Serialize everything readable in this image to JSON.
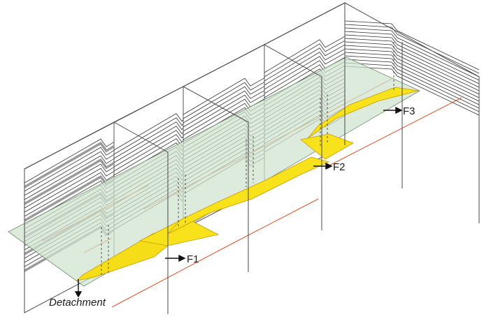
{
  "labels": {
    "f1": "F1",
    "f2": "F2",
    "f3": "F3",
    "detachment": "Detachment"
  },
  "colors": {
    "frame": "#4a4a4a",
    "strata": "#333333",
    "strata_fill": "#bdbdbd",
    "detachment_plane": "#cfe3cf",
    "fault_plane": "#f7e21b",
    "fault_edge": "#e0a800",
    "section_base": "#d9542b"
  }
}
